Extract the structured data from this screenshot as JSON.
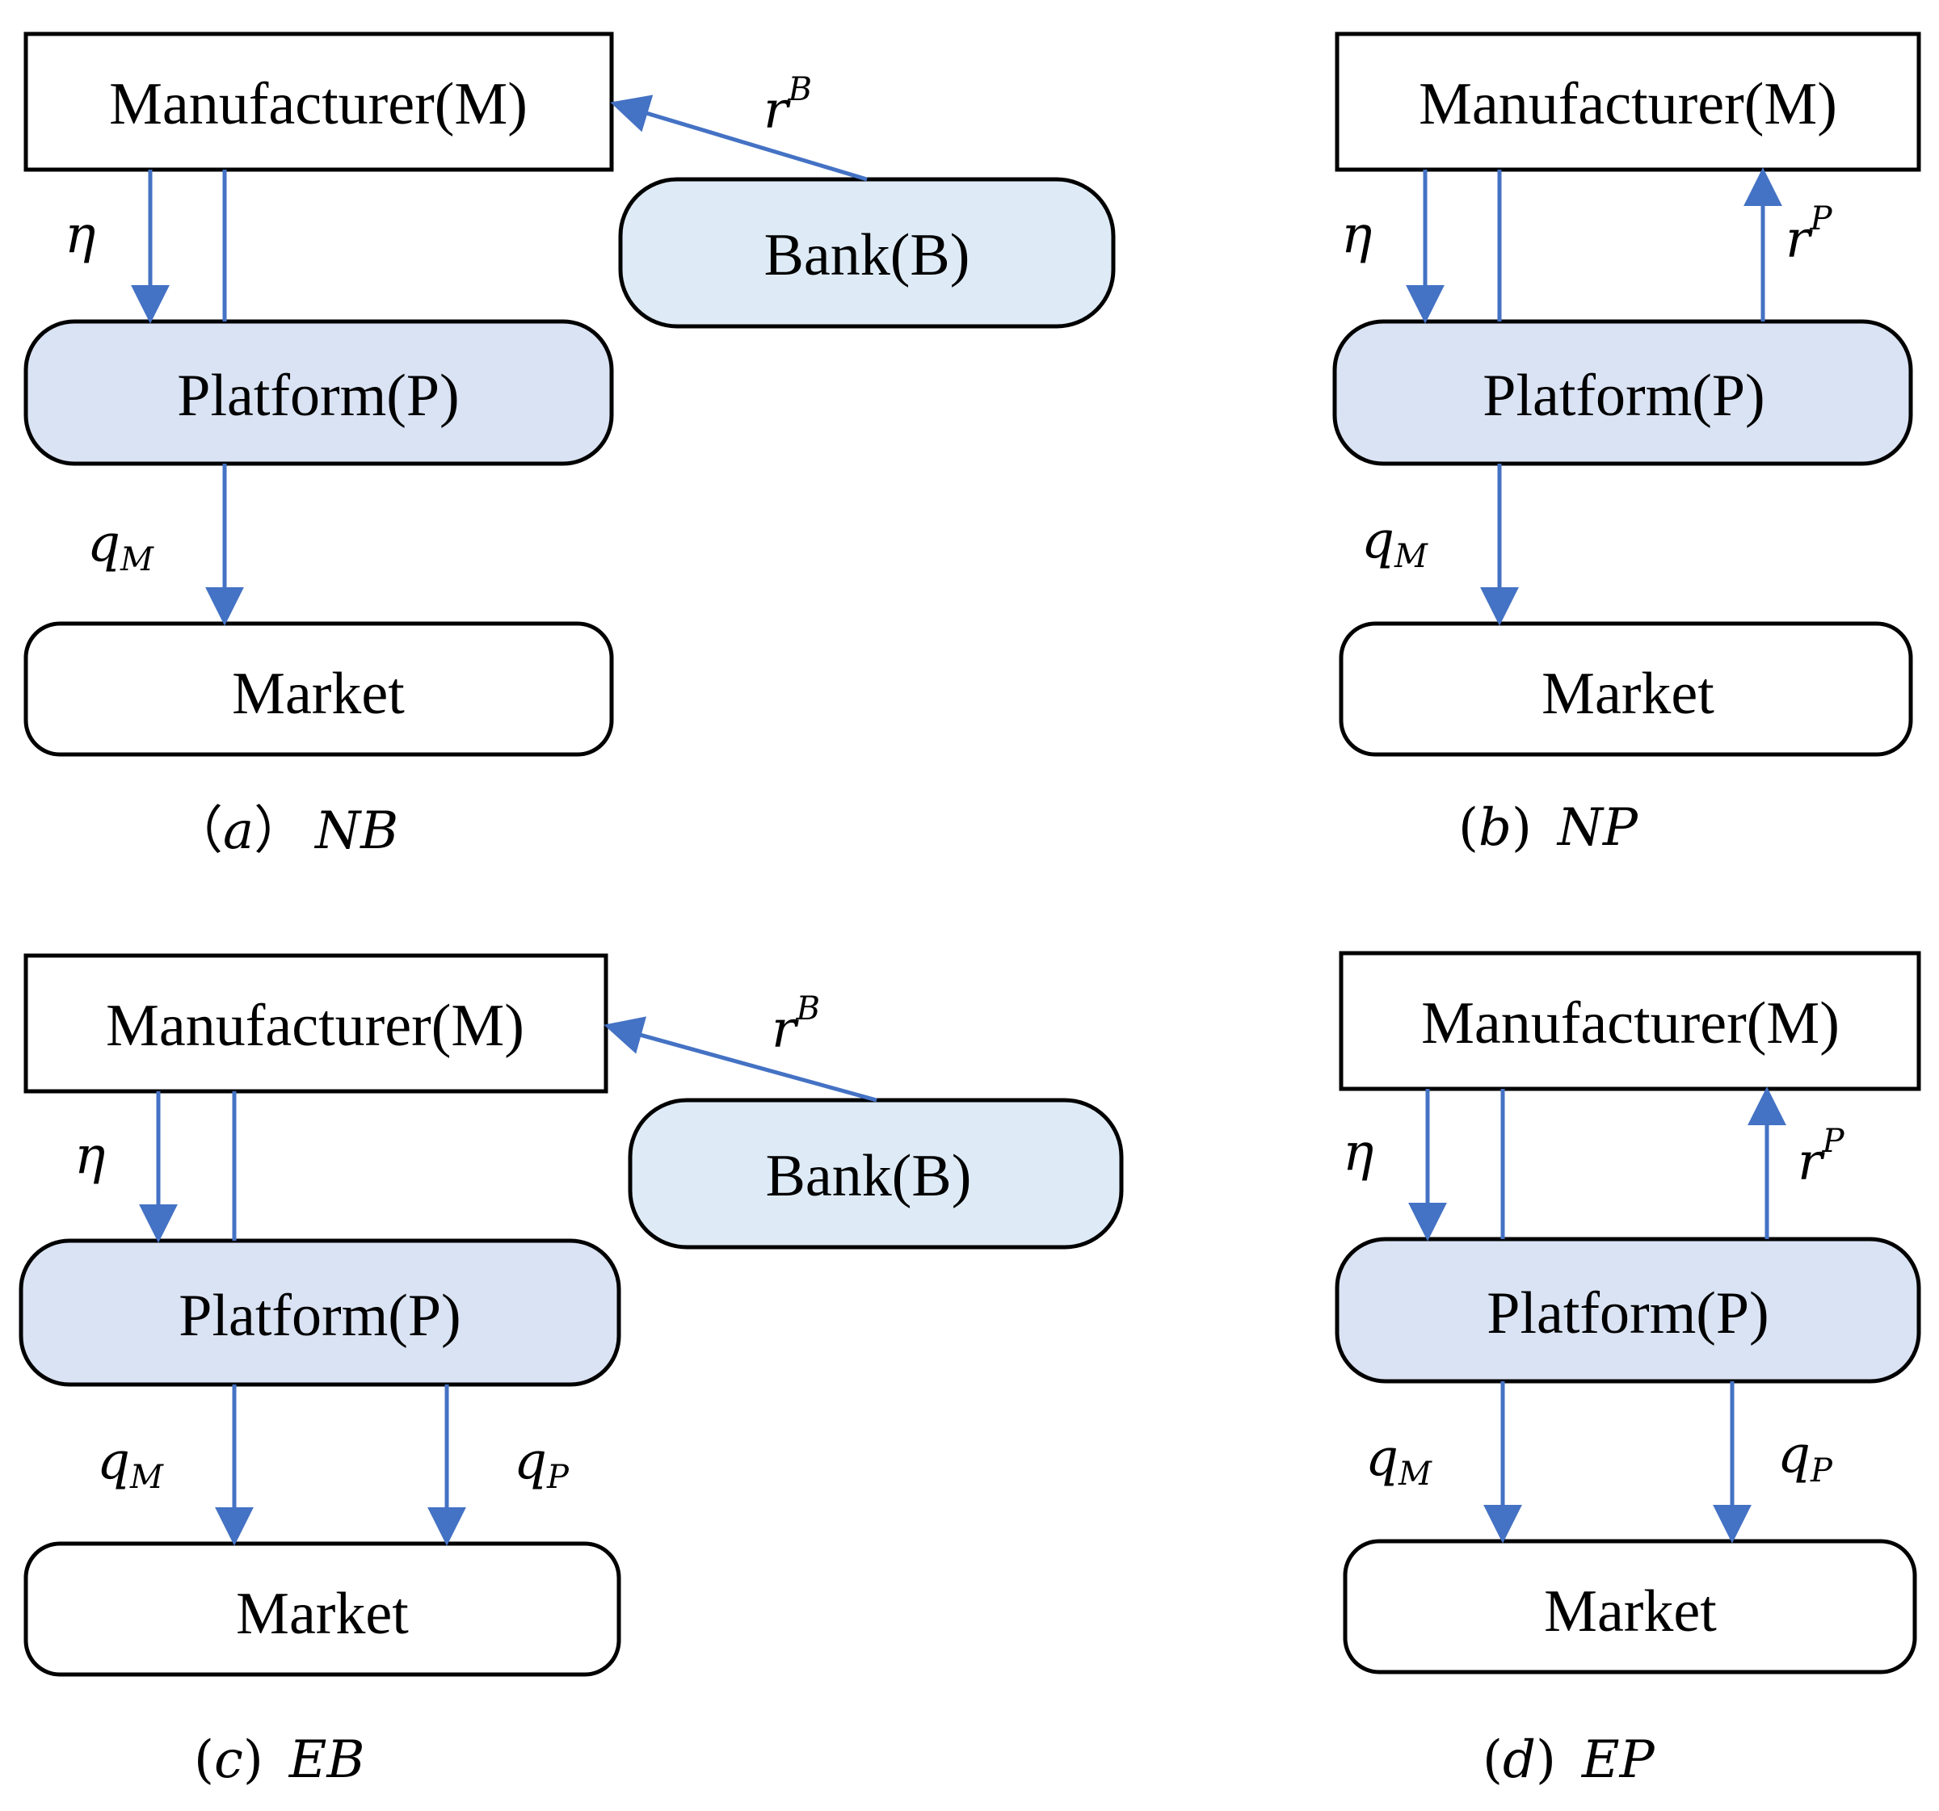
{
  "colors": {
    "arrow": "#4472c4",
    "platform_fill": "#dae3f3",
    "bank_fill": "#deebf7",
    "outline": "#000000"
  },
  "panels": [
    {
      "id": "a",
      "caption": {
        "letter": "a",
        "mode": "NB"
      },
      "nodes": {
        "manufacturer": "Manufacturer(M)",
        "platform": "Platform(P)",
        "market": "Market",
        "bank": "Bank(B)"
      },
      "labels": {
        "eta": "η",
        "qm_main": "q",
        "qm_sub": "M",
        "r_main": "r",
        "r_sup": "B"
      }
    },
    {
      "id": "b",
      "caption": {
        "letter": "b",
        "mode": "NP"
      },
      "nodes": {
        "manufacturer": "Manufacturer(M)",
        "platform": "Platform(P)",
        "market": "Market"
      },
      "labels": {
        "eta": "η",
        "qm_main": "q",
        "qm_sub": "M",
        "r_main": "r",
        "r_sup": "P"
      }
    },
    {
      "id": "c",
      "caption": {
        "letter": "c",
        "mode": "EB"
      },
      "nodes": {
        "manufacturer": "Manufacturer(M)",
        "platform": "Platform(P)",
        "market": "Market",
        "bank": "Bank(B)"
      },
      "labels": {
        "eta": "η",
        "qm_main": "q",
        "qm_sub": "M",
        "qp_main": "q",
        "qp_sub": "P",
        "r_main": "r",
        "r_sup": "B"
      }
    },
    {
      "id": "d",
      "caption": {
        "letter": "d",
        "mode": "EP"
      },
      "nodes": {
        "manufacturer": "Manufacturer(M)",
        "platform": "Platform(P)",
        "market": "Market"
      },
      "labels": {
        "eta": "η",
        "qm_main": "q",
        "qm_sub": "M",
        "qp_main": "q",
        "qp_sub": "P",
        "r_main": "r",
        "r_sup": "P"
      }
    }
  ]
}
